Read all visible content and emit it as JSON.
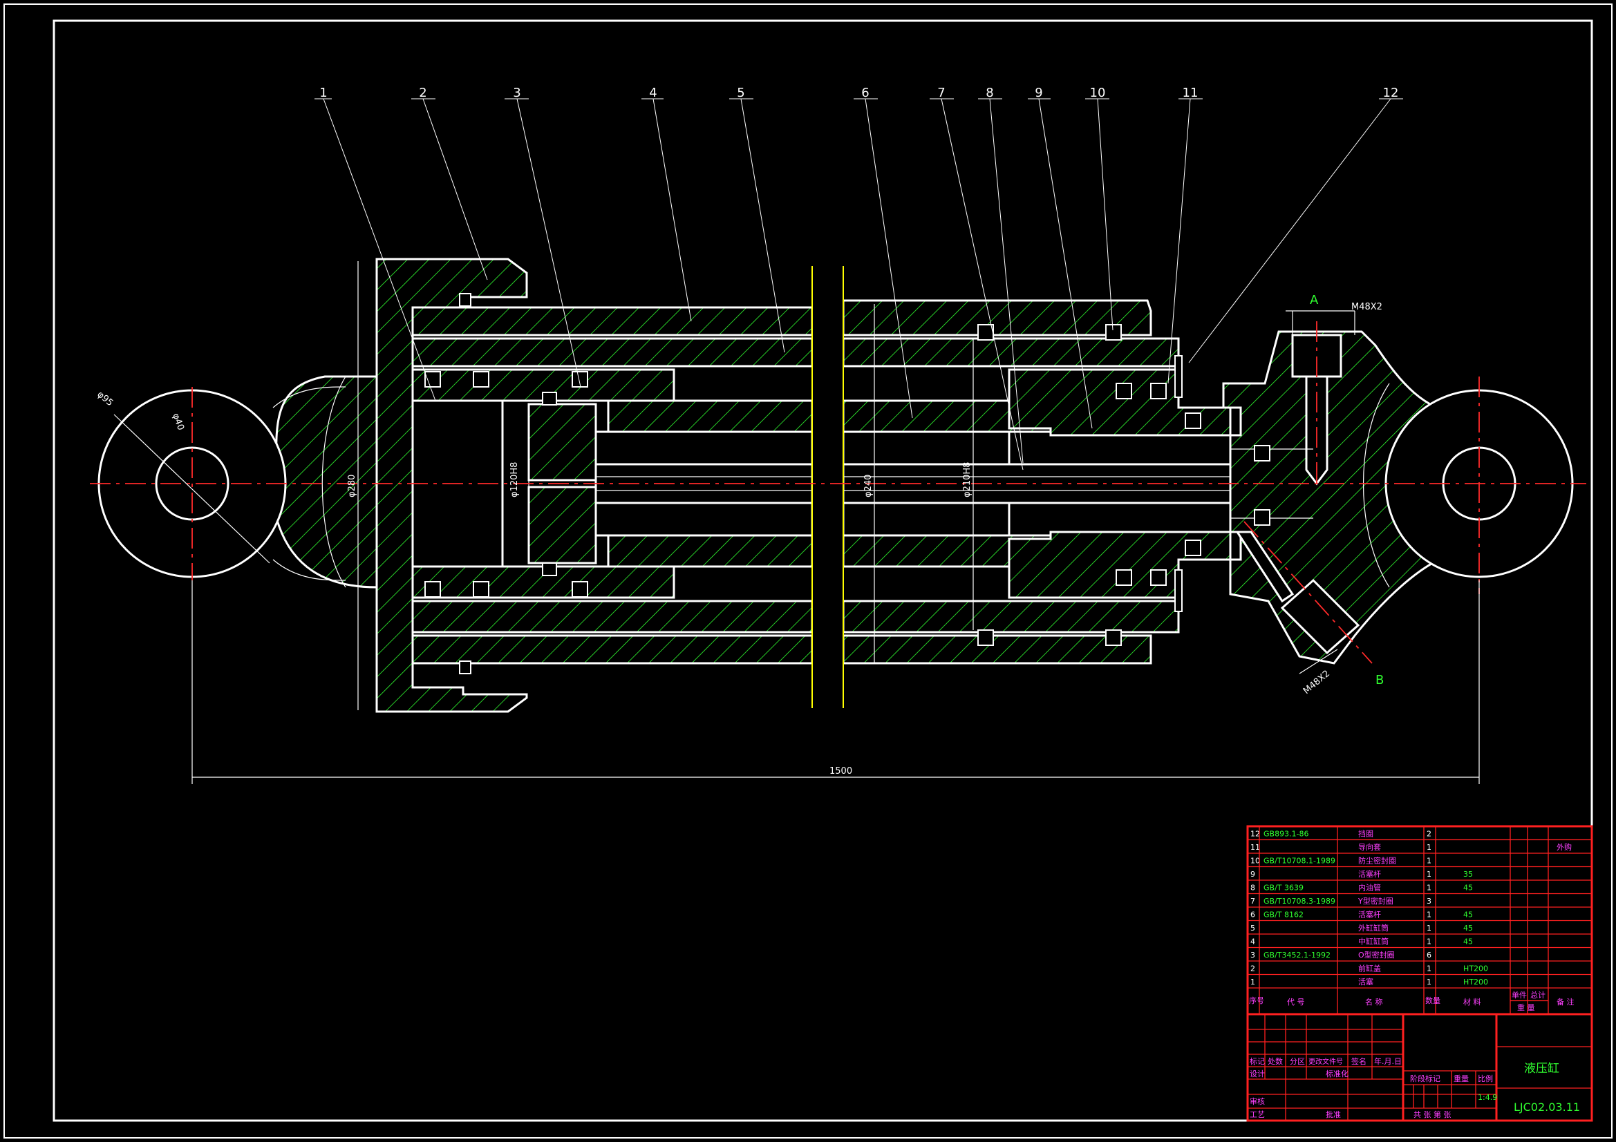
{
  "balloons": [
    "1",
    "2",
    "3",
    "4",
    "5",
    "6",
    "7",
    "8",
    "9",
    "10",
    "11",
    "12"
  ],
  "dimensions": {
    "overall_length": "1500",
    "eye_outer": "φ95",
    "eye_hole": "φ40",
    "flange_dia": "φ280",
    "piston_dia": "φ120H8",
    "barrel_dia": "φ240",
    "rod_dia": "φ210H8",
    "port_thread_a": "M48X2",
    "port_thread_b": "M48X2"
  },
  "view_labels": {
    "a": "A",
    "b": "B"
  },
  "bom": {
    "rows": [
      {
        "no": "12",
        "code": "GB893.1-86",
        "name": "挡圈",
        "qty": "2",
        "material": "",
        "note": ""
      },
      {
        "no": "11",
        "code": "",
        "name": "导向套",
        "qty": "1",
        "material": "",
        "note": "外购"
      },
      {
        "no": "10",
        "code": "GB/T10708.1-1989",
        "name": "防尘密封圈",
        "qty": "1",
        "material": "",
        "note": ""
      },
      {
        "no": "9",
        "code": "",
        "name": "活塞杆",
        "qty": "1",
        "material": "35",
        "note": ""
      },
      {
        "no": "8",
        "code": "GB/T 3639",
        "name": "内油管",
        "qty": "1",
        "material": "45",
        "note": ""
      },
      {
        "no": "7",
        "code": "GB/T10708.3-1989",
        "name": "Y型密封圈",
        "qty": "3",
        "material": "",
        "note": ""
      },
      {
        "no": "6",
        "code": "GB/T 8162",
        "name": "活塞杆",
        "qty": "1",
        "material": "45",
        "note": ""
      },
      {
        "no": "5",
        "code": "",
        "name": "外缸缸筒",
        "qty": "1",
        "material": "45",
        "note": ""
      },
      {
        "no": "4",
        "code": "",
        "name": "中缸缸筒",
        "qty": "1",
        "material": "45",
        "note": ""
      },
      {
        "no": "3",
        "code": "GB/T3452.1-1992",
        "name": "O型密封圈",
        "qty": "6",
        "material": "",
        "note": ""
      },
      {
        "no": "2",
        "code": "",
        "name": "前缸盖",
        "qty": "1",
        "material": "HT200",
        "note": ""
      },
      {
        "no": "1",
        "code": "",
        "name": "活塞",
        "qty": "1",
        "material": "HT200",
        "note": ""
      }
    ],
    "header": {
      "no": "序号",
      "code": "代 号",
      "name": "名 称",
      "qty": "数量",
      "material": "材 料",
      "unit_weight": "单件",
      "total_weight": "总计",
      "weight": "重 量",
      "note": "备 注"
    }
  },
  "title_block": {
    "labels": {
      "mark": "标记",
      "count": "处数",
      "zone": "分区",
      "change_doc": "更改文件号",
      "sign": "签名",
      "date": "年.月.日",
      "design": "设计",
      "standard": "标准化",
      "review": "审核",
      "process": "工艺",
      "approve": "批准",
      "stage_mark": "阶段标记",
      "weight": "重量",
      "scale": "比例",
      "sheets": "共 张 第 张"
    },
    "scale_value": "1:4.9",
    "drawing_name": "液压缸",
    "drawing_no": "LJC02.03.11"
  },
  "colors": {
    "background": "#000000",
    "lines": "#ffffff",
    "hatch": "#30ff30",
    "centerline": "#ff2a2a",
    "border_red": "#ff2020",
    "magenta": "#ff40ff",
    "break_line": "#ffff00"
  }
}
